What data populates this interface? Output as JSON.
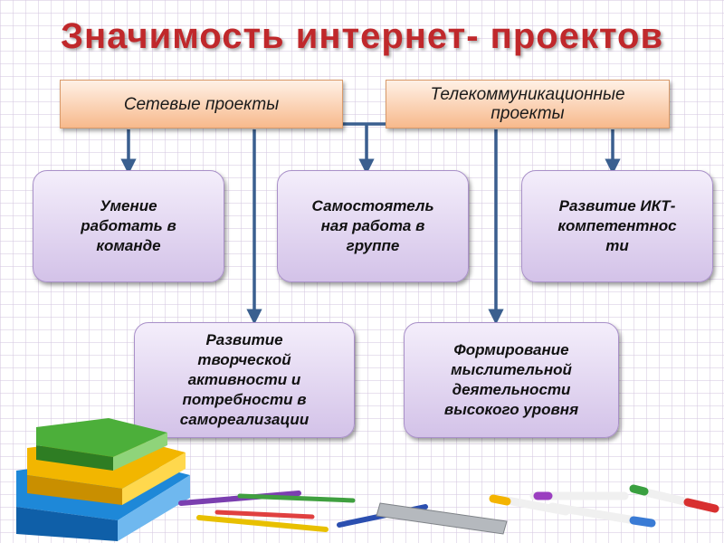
{
  "title": "Значимость интернет- проектов",
  "sources": {
    "network": "Сетевые проекты",
    "telecom": "Телекоммуникационные\nпроекты"
  },
  "outcomes": {
    "teamwork": "Умение\nработать в\nкоманде",
    "group_work": "Самостоятель\nная работа в\nгруппе",
    "ict": "Развитие ИКТ-\nкомпетентнос\nти",
    "creativity": "Развитие\nтворческой\nактивности и\nпотребности в\nсамореализации",
    "thinking": "Формирование\nмыслительной\nдеятельности\nвысокого уровня"
  },
  "colors": {
    "title": "#c0282b",
    "connector": "#3a5f8f",
    "source_fill": "#f7b98c",
    "card_fill": "#d3c2e8"
  }
}
